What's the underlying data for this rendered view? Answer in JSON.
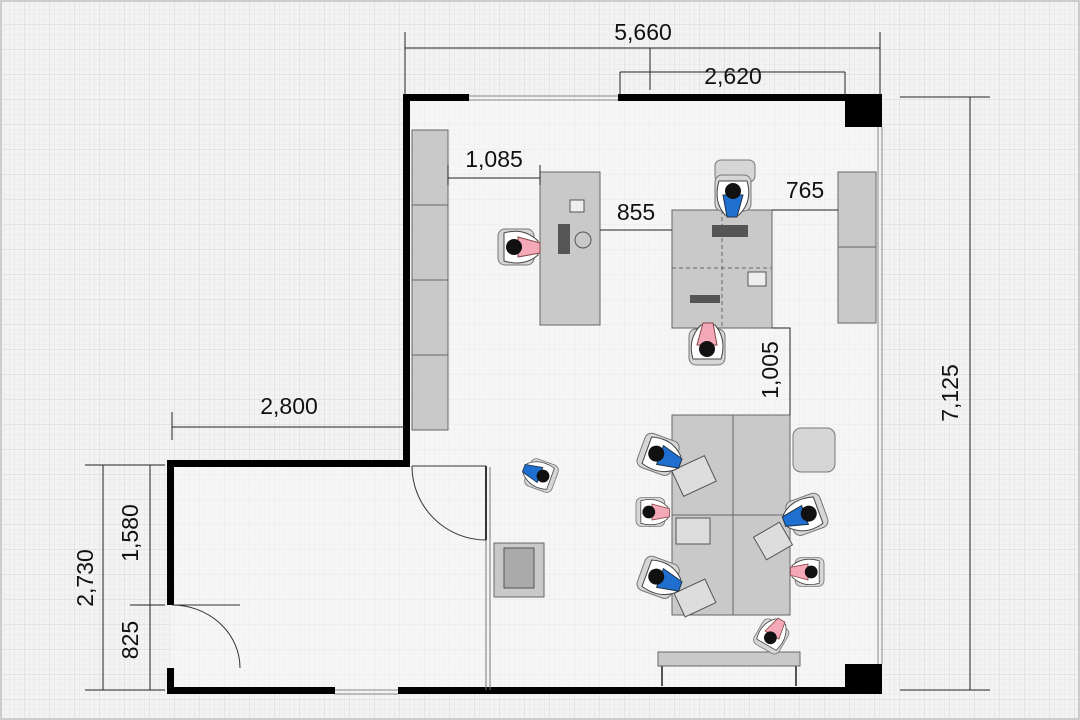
{
  "title": "Office floor plan",
  "dimensions": {
    "total_width": "5,660",
    "right_width": "2,620",
    "cabinet_to_desk": "1,085",
    "desk_gap": "855",
    "desk_to_cabinet": "765",
    "desk_to_table": "1,005",
    "entry_width": "2,800",
    "total_height": "7,125",
    "small_room_height": "2,730",
    "upper_segment": "1,580",
    "door_segment": "825"
  },
  "colors": {
    "wall": "#000000",
    "furniture": "#c9c9c9",
    "shirt_blue": "#1f6fd1",
    "shirt_pink": "#f3a9b8"
  }
}
